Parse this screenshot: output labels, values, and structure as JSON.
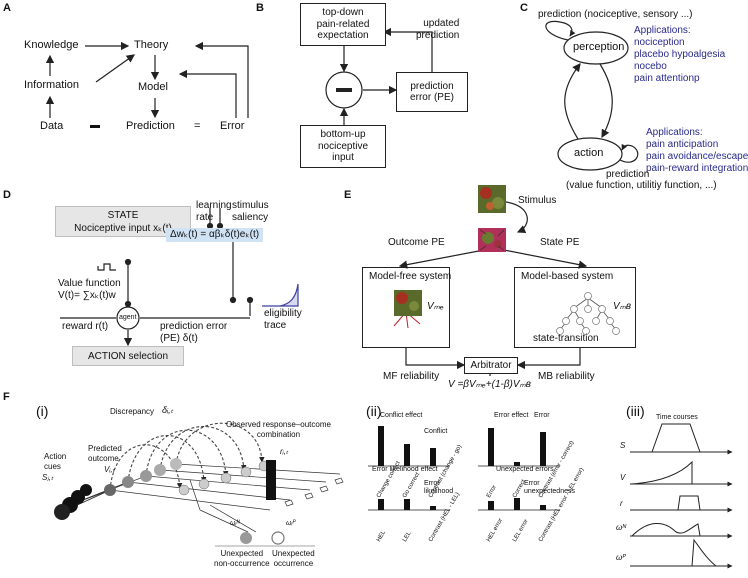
{
  "panels": {
    "a": "A",
    "b": "B",
    "c": "C",
    "d": "D",
    "e": "E",
    "f": "F"
  },
  "a": {
    "knowledge": "Knowledge",
    "theory": "Theory",
    "information": "Information",
    "model": "Model",
    "data": "Data",
    "prediction": "Prediction",
    "equals": "=",
    "error": "Error"
  },
  "b": {
    "topdown": "top-down\npain-related\nexpectation",
    "updated": "updated\nprediction",
    "pe": "prediction\nerror (PE)",
    "bottomup": "bottom-up\nnociceptive\ninput"
  },
  "c": {
    "prediction_top": "prediction (nociceptive, sensory ...)",
    "perception": "perception",
    "action": "action",
    "apps_title_1": "Applications:",
    "apps_1": [
      "nociception",
      "placebo hypoalgesia",
      "nocebo",
      "pain attentionp"
    ],
    "apps_title_2": "Applications:",
    "apps_2": [
      "pain anticipation",
      "pain avoidance/escape",
      "pain-reward integration"
    ],
    "prediction_bottom_1": "prediction",
    "prediction_bottom_2": "(value function, utilitiy function, ...)"
  },
  "d": {
    "state": "STATE",
    "nociceptive_input": "Nociceptive input xₖ(t)",
    "learning_rate": "learning\nrate",
    "stimulus_saliency": "stimulus\nsaliency",
    "update_rule": "Δwₖ(t) = αβₖδ(t)eₖ(t)",
    "value_function": "Value function\nV(t)= ∑xₖ(t)w",
    "agent": "agent",
    "reward": "reward r(t)",
    "pe": "prediction error\n(PE) δ(t)",
    "eligibility": "eligibility\ntrace",
    "action": "ACTION selection"
  },
  "e": {
    "stimulus": "Stimulus",
    "outcome_pe": "Outcome PE",
    "state_pe": "State PE",
    "mf": "Model-free system",
    "mb": "Model-based system",
    "vmf": "Vₘₑ",
    "vmb": "Vₘʙ",
    "state_transition": "state-transition",
    "arbitrator": "Arbitrator",
    "mf_rel": "MF reliability",
    "mb_rel": "MB reliability",
    "formula": "V =βVₘₑ+(1-β)Vₘʙ"
  },
  "f": {
    "i": "(i)",
    "ii": "(ii)",
    "iii": "(iii)",
    "action_cues": "Action\ncues",
    "s_label": "Sⱼ,ₜ",
    "predicted_outcome": "Predicted\noutcome",
    "v_label": "Vᵢ,ₜ",
    "discrepancy": "Discrepancy",
    "delta": "δᵢ,ₜ",
    "observed": "Observed response–outcome\ncombination",
    "r_label": "rᵢ,ₜ",
    "omega_n": "ωᵢᴺ",
    "omega_p": "ωᵢᴾ",
    "unexp_non": "Unexpected\nnon-occurrence",
    "unexp_occ": "Unexpected\noccurrence",
    "conflict_effect": "Conflict effect",
    "conflict": "Conflict",
    "error_effect": "Error effect",
    "error": "Error",
    "conflict_bars": [
      "Change correct",
      "Go correct",
      "Contrast\n(change -\ngo)"
    ],
    "error_bars": [
      "Error",
      "Correct",
      "Contrast\n(error -\ncorrect)"
    ],
    "el_effect": "Error likelihood effect",
    "el_label": "Error\nlikelihood",
    "el_bars": [
      "HEL",
      "LEL",
      "Contrast\n(HEL -\nLEL)"
    ],
    "ue_title": "Unexpected errors",
    "ue_label": "Error\nunexpectedness",
    "ue_bars": [
      "HEL error",
      "LEL error",
      "Contrast\n(HEL error -\nLEL error)"
    ],
    "time_courses": "Time courses",
    "tc_labels": [
      "S",
      "V",
      "r",
      "ωᴺ",
      "ωᴾ"
    ]
  },
  "chart_data": [
    {
      "type": "bar",
      "title": "Conflict effect",
      "categories": [
        "Change correct",
        "Go correct",
        "Contrast (change - go)"
      ],
      "values": [
        1.0,
        0.55,
        0.45
      ]
    },
    {
      "type": "bar",
      "title": "Error effect",
      "categories": [
        "Error",
        "Correct",
        "Contrast (error - correct)"
      ],
      "values": [
        0.95,
        0.1,
        0.85
      ]
    },
    {
      "type": "bar",
      "title": "Error likelihood effect",
      "categories": [
        "HEL",
        "LEL",
        "Contrast (HEL - LEL)"
      ],
      "values": [
        0.55,
        0.55,
        0.2
      ]
    },
    {
      "type": "bar",
      "title": "Unexpected errors",
      "categories": [
        "HEL error",
        "LEL error",
        "Contrast (HEL error - LEL error)"
      ],
      "values": [
        0.45,
        0.6,
        0.25
      ]
    }
  ]
}
